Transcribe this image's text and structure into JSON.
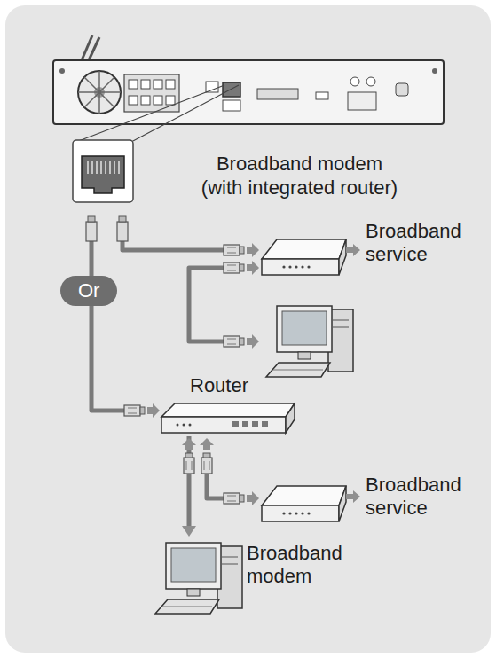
{
  "diagram": {
    "nodes": [
      {
        "text": [
          "Or"
        ]
      },
      {
        "text": [
          "Router"
        ]
      },
      {
        "text": [
          "Broadband modem"
        ]
      }
    ],
    "edges": [
      {
        "from": 1,
        "to": 2,
        "arrow": "to"
      }
    ],
    "labels": [
      "Broadband modem",
      "(with integrated router)",
      "Broadband service",
      "Broadband service"
    ]
  }
}
